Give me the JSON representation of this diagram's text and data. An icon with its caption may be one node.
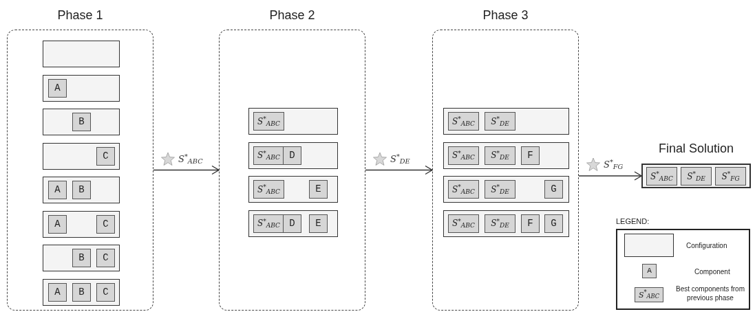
{
  "diagram": {
    "nodes": [
      {
        "text": [
          "Phase 1"
        ]
      },
      {
        "text": [],
        "shape": "box",
        "in": 0
      },
      {
        "text": [],
        "shape": "box",
        "in": 0
      },
      {
        "text": [
          "A"
        ],
        "in": 2
      },
      {
        "text": [],
        "shape": "box",
        "in": 0
      },
      {
        "text": [
          "B"
        ],
        "in": 4
      },
      {
        "text": [],
        "shape": "box",
        "in": 0
      },
      {
        "text": [
          "C"
        ],
        "in": 6
      },
      {
        "text": [],
        "shape": "box",
        "in": 0
      },
      {
        "text": [
          "A"
        ],
        "in": 8
      },
      {
        "text": [
          "B"
        ],
        "in": 8
      },
      {
        "text": [],
        "shape": "box",
        "in": 0
      },
      {
        "text": [
          "A"
        ],
        "in": 11
      },
      {
        "text": [
          "C"
        ],
        "in": 11
      },
      {
        "text": [],
        "shape": "box",
        "in": 0
      },
      {
        "text": [
          "B"
        ],
        "in": 14
      },
      {
        "text": [
          "C"
        ],
        "in": 14
      },
      {
        "text": [],
        "shape": "box",
        "in": 0
      },
      {
        "text": [
          "A"
        ],
        "in": 17
      },
      {
        "text": [
          "B"
        ],
        "in": 17
      },
      {
        "text": [
          "C"
        ],
        "in": 17
      },
      {
        "text": [
          "Phase 2"
        ]
      },
      {
        "text": [],
        "shape": "box",
        "in": 21
      },
      {
        "text": [
          "S$^{*}$$_{ABC}$"
        ],
        "in": 22
      },
      {
        "text": [],
        "shape": "box",
        "in": 21
      },
      {
        "text": [
          "S$^{*}$$_{ABC}$"
        ],
        "in": 24
      },
      {
        "text": [
          "D"
        ],
        "in": 24
      },
      {
        "text": [],
        "shape": "box",
        "in": 21
      },
      {
        "text": [
          "S$^{*}$$_{ABC}$"
        ],
        "in": 27
      },
      {
        "text": [
          "E"
        ],
        "in": 27
      },
      {
        "text": [],
        "shape": "box",
        "in": 21
      },
      {
        "text": [
          "S$^{*}$$_{ABC}$"
        ],
        "in": 30
      },
      {
        "text": [
          "D"
        ],
        "in": 30
      },
      {
        "text": [
          "E"
        ],
        "in": 30
      },
      {
        "text": [
          "Phase 3"
        ]
      },
      {
        "text": [],
        "shape": "box",
        "in": 34
      },
      {
        "text": [
          "S$^{*}$$_{ABC}$"
        ],
        "in": 35
      },
      {
        "text": [
          "S$^{*}$$_{DE}$"
        ],
        "in": 35
      },
      {
        "text": [],
        "shape": "box",
        "in": 34
      },
      {
        "text": [
          "S$^{*}$$_{ABC}$"
        ],
        "in": 38
      },
      {
        "text": [
          "S$^{*}$$_{DE}$"
        ],
        "in": 38
      },
      {
        "text": [
          "F"
        ],
        "in": 38
      },
      {
        "text": [],
        "shape": "box",
        "in": 34
      },
      {
        "text": [
          "S$^{*}$$_{ABC}$"
        ],
        "in": 42
      },
      {
        "text": [
          "S$^{*}$$_{DE}$"
        ],
        "in": 42
      },
      {
        "text": [
          "G"
        ],
        "in": 42
      },
      {
        "text": [],
        "shape": "box",
        "in": 34
      },
      {
        "text": [
          "S$^{*}$$_{ABC}$"
        ],
        "in": 46
      },
      {
        "text": [
          "S$^{*}$$_{DE}$"
        ],
        "in": 46
      },
      {
        "text": [
          "F"
        ],
        "in": 46
      },
      {
        "text": [
          "G"
        ],
        "in": 46
      },
      {
        "text": [
          "Final Solution"
        ]
      },
      {
        "text": [
          "S$^{*}$$_{ABC}$"
        ],
        "in": 51
      },
      {
        "text": [
          "S$^{*}$$_{DE}$"
        ],
        "in": 51
      },
      {
        "text": [
          "S$^{*}$$_{FG}$"
        ],
        "in": 51
      }
    ],
    "edges": [
      {
        "from": 0,
        "to": 21,
        "arrow": "to",
        "label": "S$^{*}$$_{ABC}$"
      },
      {
        "from": 21,
        "to": 34,
        "arrow": "to",
        "label": "S$^{*}$$_{DE}$"
      },
      {
        "from": 34,
        "to": 51,
        "arrow": "to",
        "label": "S$^{*}$$_{FG}$"
      }
    ],
    "labels": [
      "LEGEND:",
      "A",
      "S$^{*}$$_{ABC}$"
    ],
    "legend": [
      {
        "text": "Configuration"
      },
      {
        "text": "Component"
      },
      {
        "text": "Best components from previous phase"
      }
    ]
  }
}
